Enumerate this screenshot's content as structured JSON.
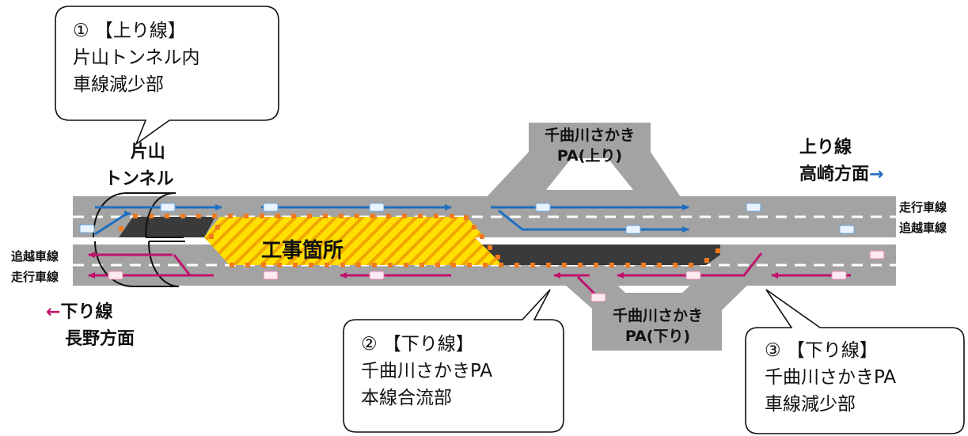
{
  "callouts": {
    "c1": {
      "line1": "① 【上り線】",
      "line2": "片山トンネル内",
      "line3": "車線減少部"
    },
    "c2": {
      "line1": "② 【下り線】",
      "line2": "千曲川さかきPA",
      "line3": "本線合流部"
    },
    "c3": {
      "line1": "③ 【下り線】",
      "line2": "千曲川さかきPA",
      "line3": "車線減少部"
    }
  },
  "tunnel": {
    "line1": "片山",
    "line2": "トンネル"
  },
  "pa_up": {
    "line1": "千曲川さかき",
    "line2": "PA(上り)"
  },
  "pa_down": {
    "line1": "千曲川さかき",
    "line2": "PA(下り)"
  },
  "up_direction": {
    "line1": "上り線",
    "line2": "高崎方面",
    "arrow": "→"
  },
  "down_direction": {
    "arrow": "←",
    "line1": "下り線",
    "line2": "長野方面"
  },
  "lanes": {
    "up_travel": "走行車線",
    "up_passing": "追越車線",
    "down_passing": "追越車線",
    "down_travel": "走行車線"
  },
  "work_zone": "工事箇所",
  "colors": {
    "road": "#a3a3a3",
    "blue": "#1f6fc1",
    "magenta": "#c0126d",
    "work_yellow": "#ffe000",
    "work_stripe": "#f0a600",
    "closed": "#3a3a3a",
    "cone": "#f07a1e"
  }
}
